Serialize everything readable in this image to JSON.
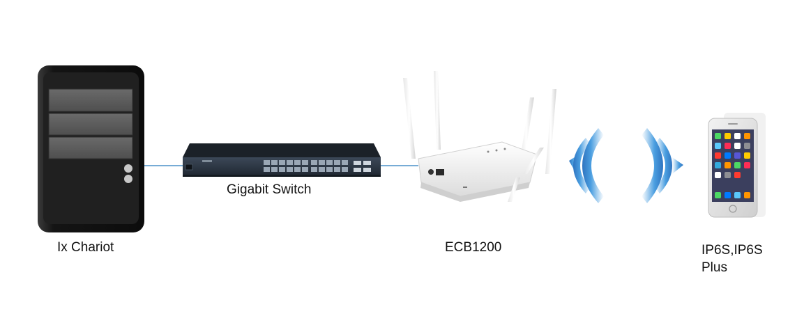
{
  "labels": {
    "server": "Ix Chariot",
    "switch": "Gigabit Switch",
    "access_point": "ECB1200",
    "phone_line1": "IP6S,IP6S",
    "phone_line2": "Plus"
  },
  "colors": {
    "link_line": "#4a90c8",
    "server_body": "#1a1a1a",
    "server_panel": "#5b5b5b",
    "switch_body": "#2e3a4a",
    "ap_body": "#f4f4f4",
    "wifi_wave": "#4a9ee0"
  },
  "icons": {
    "server": "server-tower-icon",
    "switch": "network-switch-icon",
    "access_point": "wireless-access-point-icon",
    "wifi": "wifi-signal-icon",
    "phone": "smartphone-icon"
  }
}
